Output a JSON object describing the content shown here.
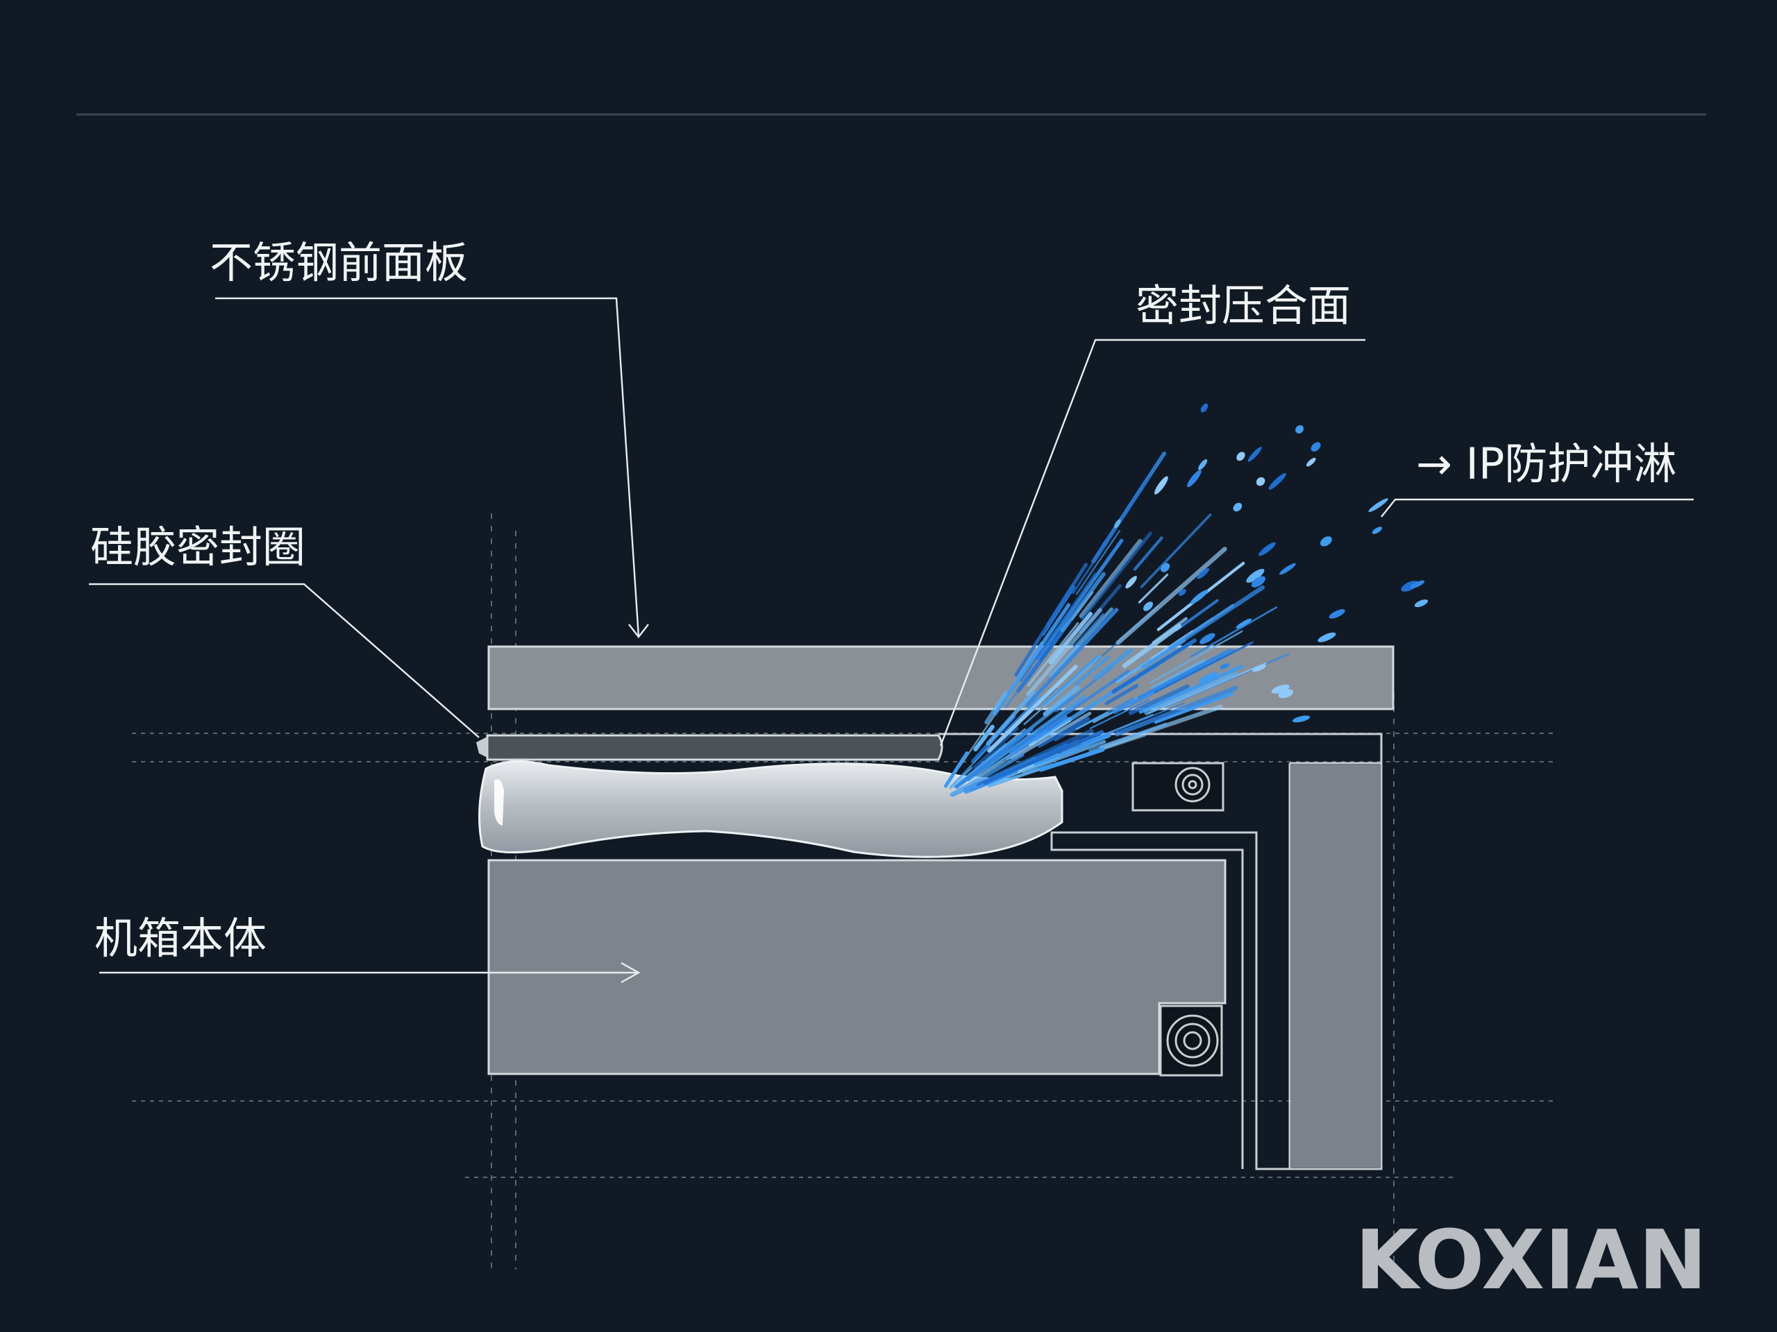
{
  "labels": {
    "panel": "不锈钢前面板",
    "seal_surface": "密封压合面",
    "gasket": "硅胶密封圈",
    "spray": "→ IP防护冲淋",
    "body": "机箱本体"
  },
  "logo": "KOXIAN",
  "colors": {
    "background": "#111a24",
    "panel_fill": "#8a9096",
    "body_fill": "#7d848b",
    "water": "#3a8fe8",
    "line": "#e8ecef"
  },
  "icons": [
    "bolt-icon",
    "bolt-icon"
  ]
}
